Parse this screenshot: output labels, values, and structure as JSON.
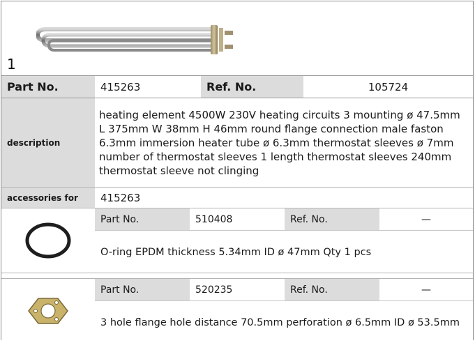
{
  "hero": {
    "number": "1"
  },
  "part": {
    "label": "Part No.",
    "value": "415263",
    "ref_label": "Ref. No.",
    "ref_value": "105724"
  },
  "description": {
    "label": "description",
    "text": "heating element  4500W 230V heating circuits 3 mounting ø 47.5mm L 375mm W 38mm H 46mm round flange connection male faston 6.3mm immersion heater tube ø 6.3mm thermostat sleeves ø 7mm number of thermostat sleeves 1 length thermostat sleeves 240mm thermostat sleeve not clinging"
  },
  "accessories": {
    "label": "accessories for",
    "value": "415263",
    "items": [
      {
        "part_label": "Part No.",
        "part_value": "510408",
        "ref_label": "Ref. No.",
        "ref_value": "—",
        "text": "O-ring  EPDM thickness 5.34mm ID ø 47mm Qty 1 pcs",
        "icon": "o-ring-icon"
      },
      {
        "part_label": "Part No.",
        "part_value": "520235",
        "ref_label": "Ref. No.",
        "ref_value": "—",
        "text": "3 hole flange  hole distance 70.5mm perforation ø 6.5mm ID ø 53.5mm",
        "icon": "flange-icon"
      }
    ]
  }
}
